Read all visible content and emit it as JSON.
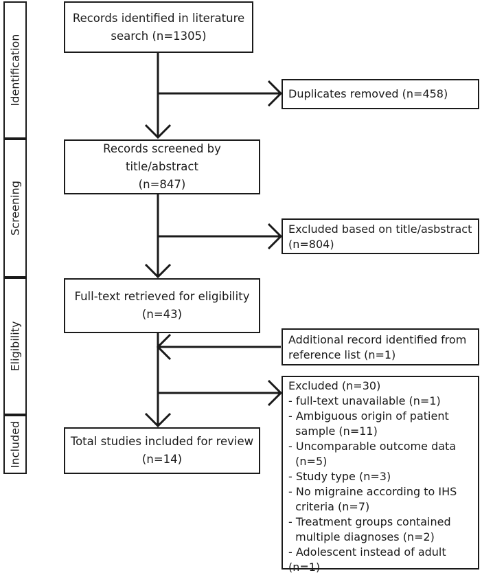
{
  "stages": {
    "identification": "Identification",
    "screening": "Screening",
    "eligibility": "Eligibility",
    "included": "Included"
  },
  "main_boxes": {
    "records_identified": {
      "line1": "Records identified in literature",
      "line2": "search (n=1305)"
    },
    "records_screened": {
      "line1": "Records screened by title/abstract",
      "line2": "(n=847)"
    },
    "full_text": {
      "line1": "Full-text retrieved for eligibility",
      "line2": "(n=43)"
    },
    "total_included": {
      "line1": "Total studies included for review",
      "line2": "(n=14)"
    }
  },
  "side_boxes": {
    "duplicates": {
      "line1": "Duplicates removed (n=458)"
    },
    "excluded_title": {
      "line1": "Excluded based on title/asbstract",
      "line2": "(n=804)"
    },
    "additional": {
      "line1": "Additional record identified from",
      "line2": "reference list (n=1)"
    },
    "excluded_fulltext": {
      "header": "Excluded (n=30)",
      "items": [
        "- full-text unavailable  (n=1)",
        "- Ambiguous origin of patient",
        "  sample (n=11)",
        "- Uncomparable outcome data",
        "  (n=5)",
        "- Study type (n=3)",
        "- No migraine according to IHS",
        "  criteria (n=7)",
        "- Treatment groups contained",
        "  multiple diagnoses (n=2)",
        "- Adolescent instead of adult (n=1)"
      ]
    }
  }
}
